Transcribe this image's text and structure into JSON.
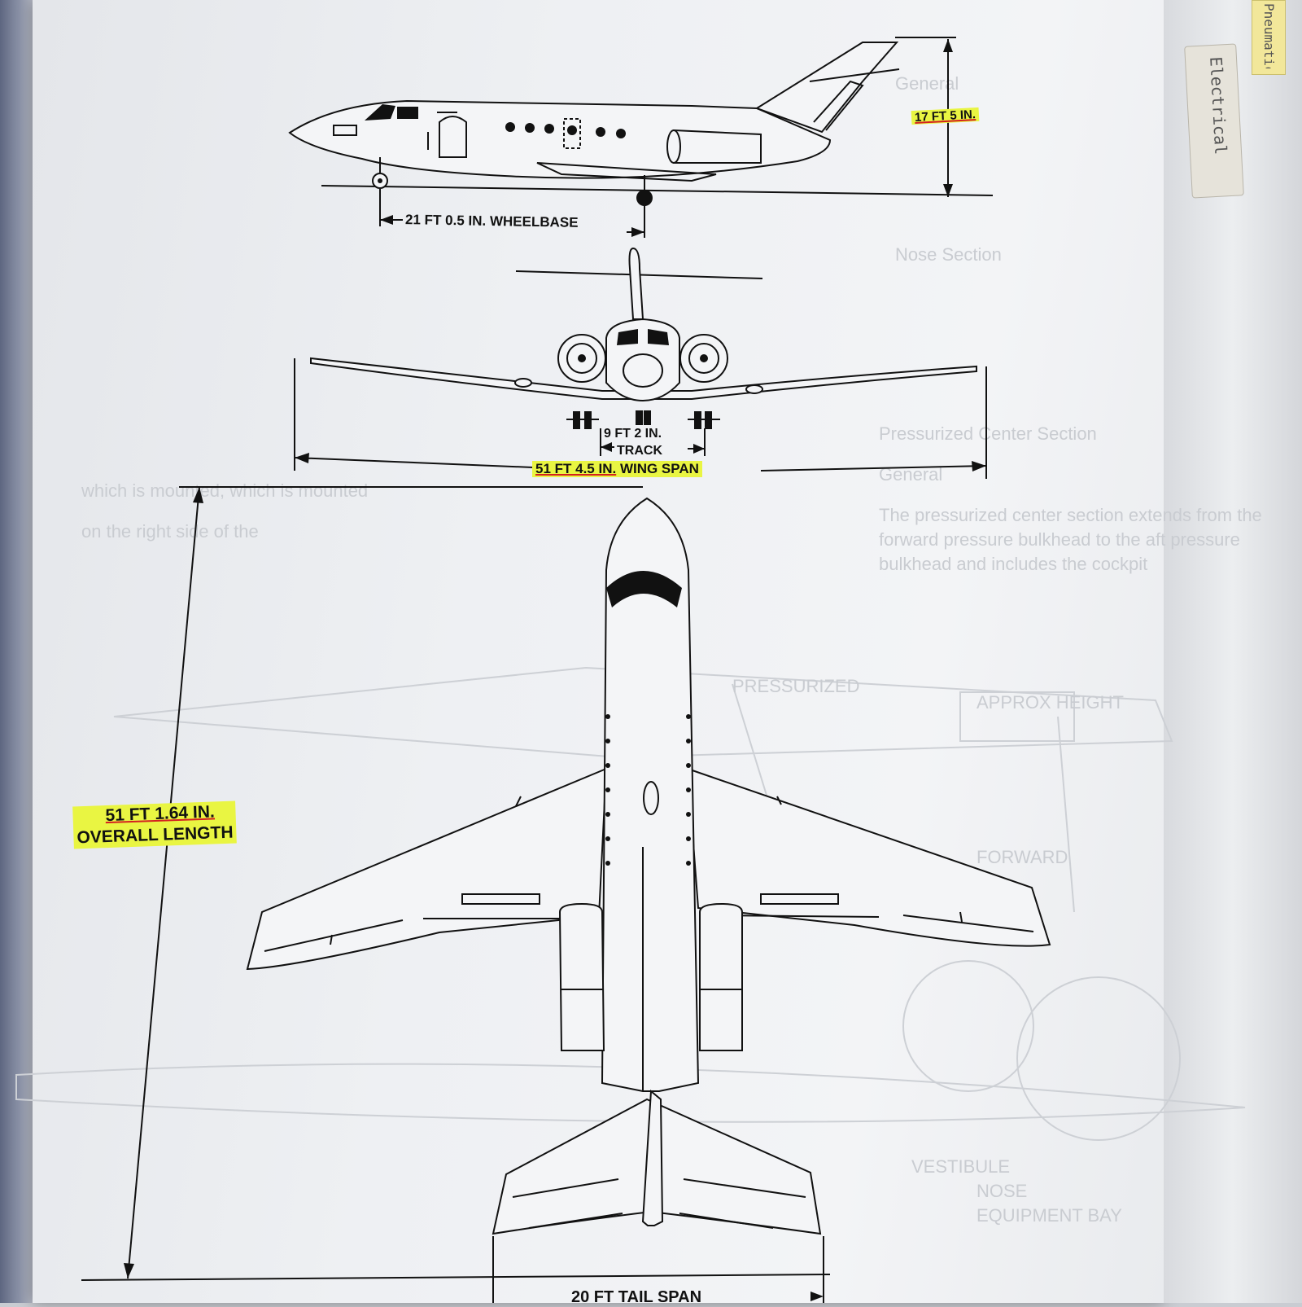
{
  "tabs": {
    "primary": "Electrical",
    "secondary": "Pneumatics"
  },
  "dimensions": {
    "height": "17 FT 5 IN.",
    "wheelbase": "21 FT 0.5 IN. WHEELBASE",
    "track_value": "9 FT 2 IN.",
    "track_label": "TRACK",
    "wingspan_value": "51 FT 4.5 IN.",
    "wingspan_label": "WING SPAN",
    "length_value": "51 FT 1.64 IN.",
    "length_label": "OVERALL LENGTH",
    "tailspan": "20 FT TAIL SPAN"
  },
  "highlight_color": "#e9f542",
  "underline_color": "#d42020"
}
